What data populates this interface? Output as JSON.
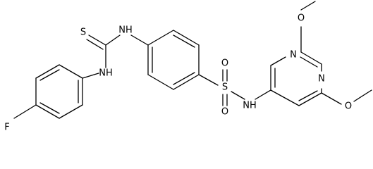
{
  "structure": {
    "atom_labels": {
      "S_thio": "S",
      "NH_left": "NH",
      "NH_top": "NH",
      "F": "F",
      "S_sulfonyl": "S",
      "O_top": "O",
      "O_bottom": "O",
      "NH_sulfonamide": "NH",
      "N_ring_upper": "N",
      "N_ring_lower": "N",
      "O_methoxy_top": "O",
      "O_methoxy_bottom": "O"
    }
  },
  "colors": {
    "bond": "#000000",
    "text": "#000000",
    "background": "#ffffff"
  }
}
